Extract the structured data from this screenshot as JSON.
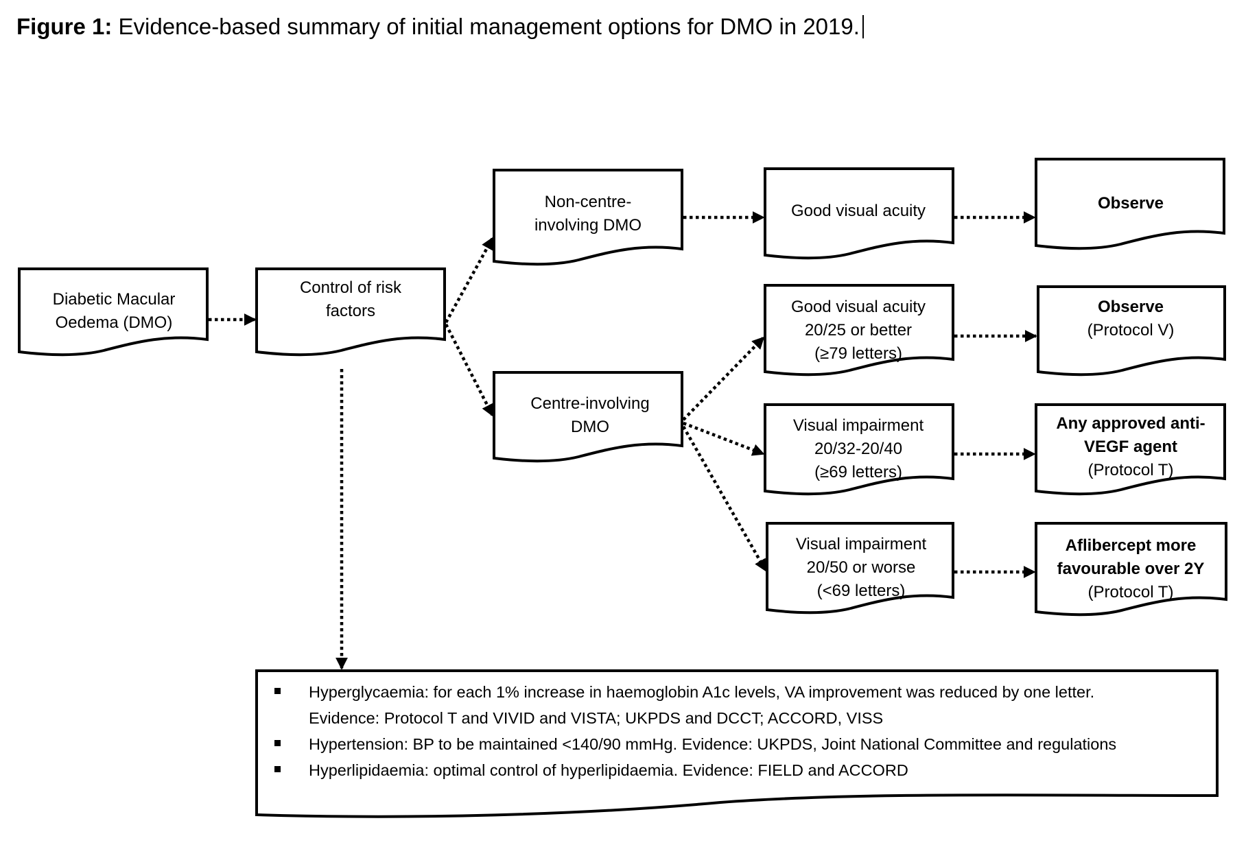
{
  "title": {
    "prefix": "Figure 1:",
    "text": "Evidence-based summary of initial management options for DMO in 2019."
  },
  "nodes": {
    "dmo": {
      "lines": [
        "Diabetic Macular",
        "Oedema (DMO)"
      ]
    },
    "risk": {
      "lines": [
        "Control of risk",
        "factors"
      ]
    },
    "non_centre": {
      "lines": [
        "Non-centre-",
        "involving DMO"
      ]
    },
    "centre": {
      "lines": [
        "Centre-involving",
        "DMO"
      ]
    },
    "good_va": {
      "lines": [
        "Good visual acuity"
      ]
    },
    "good_va_2025": {
      "lines": [
        "Good visual acuity",
        "20/25 or better",
        "(≥79 letters)"
      ]
    },
    "vi_3240": {
      "lines": [
        "Visual impairment",
        "20/32-20/40",
        "(≥69 letters)"
      ]
    },
    "vi_50": {
      "lines": [
        "Visual impairment",
        "20/50 or worse",
        "(<69 letters)"
      ]
    },
    "observe": {
      "bold_lines": [
        "Observe"
      ],
      "lines": []
    },
    "observe_v": {
      "bold_lines": [
        "Observe"
      ],
      "lines": [
        "(Protocol V)"
      ]
    },
    "anti_vegf": {
      "bold_lines": [
        "Any approved anti-",
        "VEGF agent"
      ],
      "lines": [
        "(Protocol T)"
      ]
    },
    "aflibercept": {
      "bold_lines": [
        "Aflibercept more",
        "favourable over 2Y"
      ],
      "lines": [
        "(Protocol T)"
      ]
    }
  },
  "evidence": [
    {
      "lines": [
        "Hyperglycaemia: for each 1% increase in haemoglobin A1c levels, VA improvement was reduced by one letter.",
        "Evidence: Protocol T and VIVID and VISTA; UKPDS and DCCT; ACCORD, VISS"
      ]
    },
    {
      "lines": [
        "Hypertension: BP to be maintained <140/90 mmHg. Evidence: UKPDS, Joint National Committee and regulations"
      ]
    },
    {
      "lines": [
        "Hyperlipidaemia: optimal control of hyperlipidaemia. Evidence: FIELD and ACCORD"
      ]
    }
  ]
}
